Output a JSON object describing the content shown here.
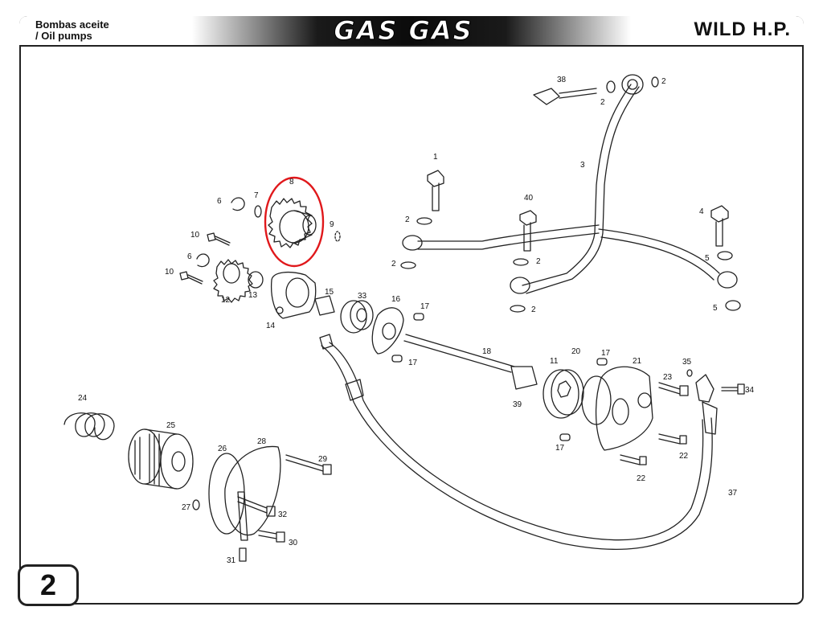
{
  "header": {
    "title_es": "Bombas aceite",
    "title_en": "/ Oil pumps",
    "logo_text": "GAS GAS",
    "model": "WILD H.P."
  },
  "page_number": "2",
  "colors": {
    "highlight": "#e0181b",
    "ink": "#222222"
  },
  "callouts": [
    {
      "id": "c1",
      "text": "1"
    },
    {
      "id": "c2a",
      "text": "2"
    },
    {
      "id": "c2b",
      "text": "2"
    },
    {
      "id": "c2c",
      "text": "2"
    },
    {
      "id": "c2d",
      "text": "2"
    },
    {
      "id": "c2e",
      "text": "2"
    },
    {
      "id": "c2f",
      "text": "2"
    },
    {
      "id": "c3",
      "text": "3"
    },
    {
      "id": "c4",
      "text": "4"
    },
    {
      "id": "c5a",
      "text": "5"
    },
    {
      "id": "c5b",
      "text": "5"
    },
    {
      "id": "c6a",
      "text": "6"
    },
    {
      "id": "c6b",
      "text": "6"
    },
    {
      "id": "c7",
      "text": "7"
    },
    {
      "id": "c8",
      "text": "8"
    },
    {
      "id": "c9",
      "text": "9"
    },
    {
      "id": "c10a",
      "text": "10"
    },
    {
      "id": "c10b",
      "text": "10"
    },
    {
      "id": "c11",
      "text": "11"
    },
    {
      "id": "c12",
      "text": "12"
    },
    {
      "id": "c13",
      "text": "13"
    },
    {
      "id": "c14",
      "text": "14"
    },
    {
      "id": "c15",
      "text": "15"
    },
    {
      "id": "c16",
      "text": "16"
    },
    {
      "id": "c17a",
      "text": "17"
    },
    {
      "id": "c17b",
      "text": "17"
    },
    {
      "id": "c17c",
      "text": "17"
    },
    {
      "id": "c17d",
      "text": "17"
    },
    {
      "id": "c18",
      "text": "18"
    },
    {
      "id": "c20",
      "text": "20"
    },
    {
      "id": "c21",
      "text": "21"
    },
    {
      "id": "c22a",
      "text": "22"
    },
    {
      "id": "c22b",
      "text": "22"
    },
    {
      "id": "c23",
      "text": "23"
    },
    {
      "id": "c24",
      "text": "24"
    },
    {
      "id": "c25",
      "text": "25"
    },
    {
      "id": "c26",
      "text": "26"
    },
    {
      "id": "c27",
      "text": "27"
    },
    {
      "id": "c28",
      "text": "28"
    },
    {
      "id": "c29",
      "text": "29"
    },
    {
      "id": "c30",
      "text": "30"
    },
    {
      "id": "c31",
      "text": "31"
    },
    {
      "id": "c32",
      "text": "32"
    },
    {
      "id": "c33",
      "text": "33"
    },
    {
      "id": "c34",
      "text": "34"
    },
    {
      "id": "c35",
      "text": "35"
    },
    {
      "id": "c37",
      "text": "37"
    },
    {
      "id": "c38",
      "text": "38"
    },
    {
      "id": "c39",
      "text": "39"
    },
    {
      "id": "c40",
      "text": "40"
    }
  ]
}
